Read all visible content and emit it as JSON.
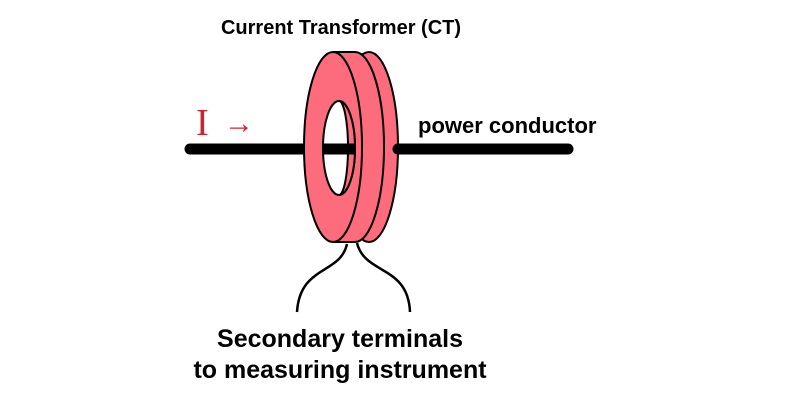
{
  "title": "Current Transformer (CT)",
  "current_label": "I",
  "current_arrow": "→",
  "conductor_label": "power conductor",
  "terminals_label_line1": "Secondary terminals",
  "terminals_label_line2": "to measuring instrument",
  "colors": {
    "core_fill": "#fc6c7c",
    "core_stroke": "#000000",
    "conductor": "#000000",
    "current_text": "#d4202c",
    "background": "#ffffff"
  }
}
